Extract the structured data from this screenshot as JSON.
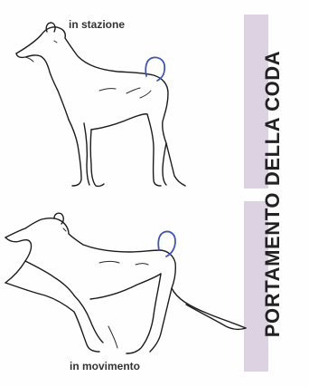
{
  "captions": {
    "standing": "in stazione",
    "moving": "in movimento"
  },
  "title": "PORTAMENTO DELLA CODA",
  "colors": {
    "band": "#dcd2e2",
    "tail": "#3f55b8",
    "outline": "#1c1c1c"
  },
  "icons": {
    "standing_dog": "dog-standing-illustration",
    "moving_dog": "dog-trotting-illustration"
  }
}
